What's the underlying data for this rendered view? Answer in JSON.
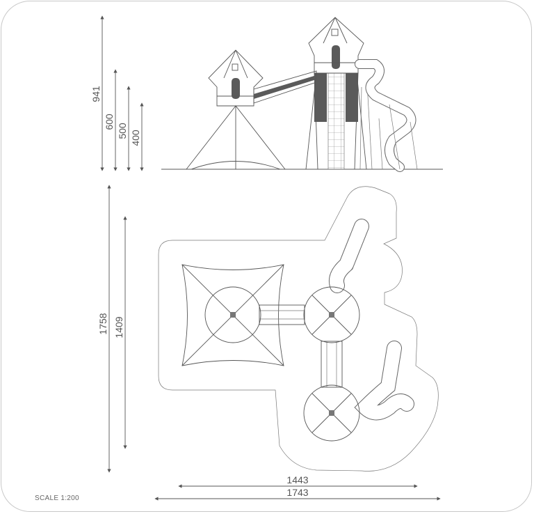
{
  "elevation": {
    "dimensions": [
      "941",
      "600",
      "500",
      "400"
    ]
  },
  "plan": {
    "vertical_dimensions": [
      "1758",
      "1409"
    ],
    "horizontal_dimensions": [
      "1443",
      "1743"
    ]
  },
  "scale_label": "SCALE 1:200",
  "colors": {
    "line": "#555555",
    "border": "#c8c8c8",
    "fill_dark": "#5a5a5a"
  }
}
